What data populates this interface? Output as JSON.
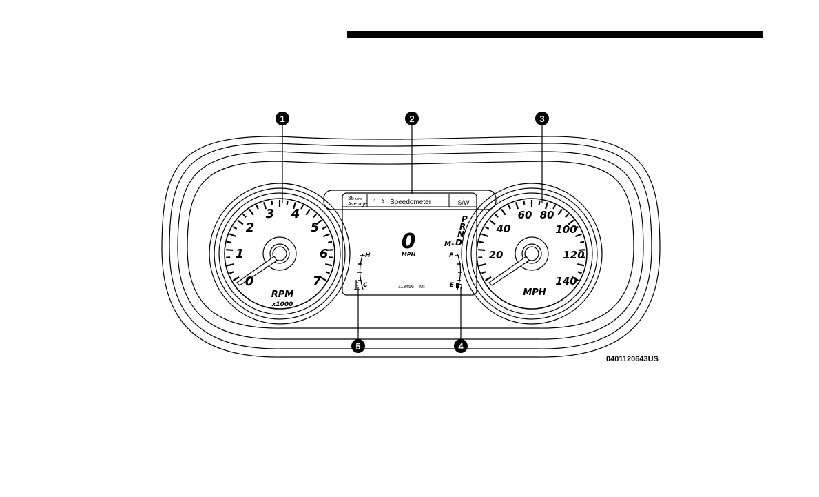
{
  "figure_id": "0401120643US",
  "callouts": [
    {
      "num": "1"
    },
    {
      "num": "2"
    },
    {
      "num": "3"
    },
    {
      "num": "4"
    },
    {
      "num": "5"
    }
  ],
  "tachometer": {
    "numbers": [
      "0",
      "1",
      "2",
      "3",
      "4",
      "5",
      "6",
      "7"
    ],
    "unit": "RPM",
    "multiplier": "x1000"
  },
  "speedometer": {
    "numbers": [
      "20",
      "40",
      "60",
      "80",
      "100",
      "120",
      "140"
    ],
    "unit": "MPH"
  },
  "display": {
    "mpg_value": "35",
    "mpg_unit": "MPG",
    "mpg_label": "Average",
    "menu_index": "1.",
    "menu_title": "Speedometer",
    "right_label": "S/W",
    "digital_speed": "0",
    "digital_unit": "MPH",
    "odometer_value": "113456",
    "odometer_unit": "MI",
    "gears": [
      "P",
      "R",
      "N",
      "D"
    ],
    "manual_label": "M",
    "fuel_full": "F",
    "fuel_empty": "E",
    "temp_hot": "H",
    "temp_cold": "C"
  }
}
